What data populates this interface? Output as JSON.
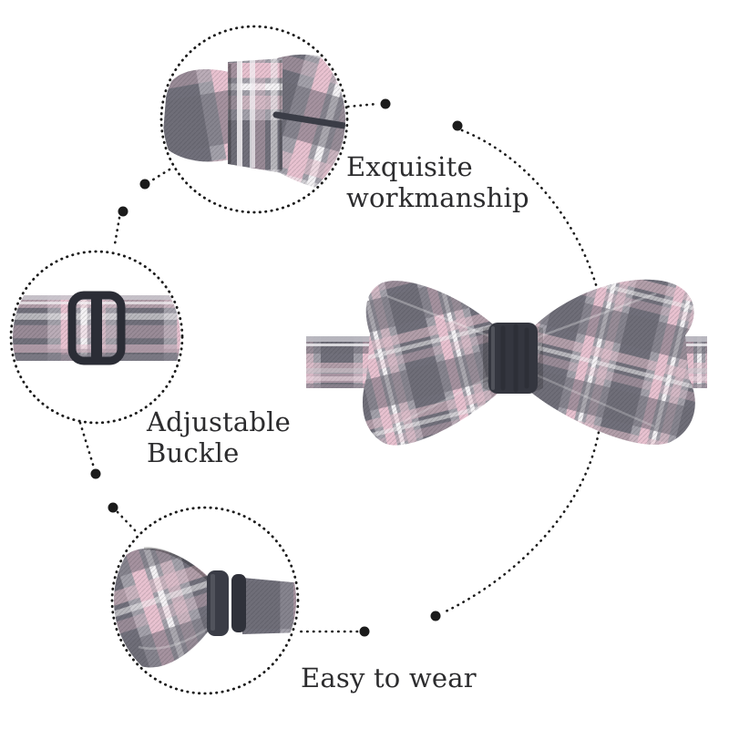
{
  "annotations": {
    "workmanship": {
      "line1": "Exquisite",
      "line2": "workmanship"
    },
    "buckle": {
      "line1": "Adjustable",
      "line2": "Buckle"
    },
    "wear": {
      "line1": "Easy to wear"
    }
  },
  "colors": {
    "background": "#ffffff",
    "text": "#2c2c2e",
    "dots": "#1b1b1b",
    "fabric_gray": "#a3a1aa",
    "fabric_dark_gray": "#71707b",
    "fabric_pink": "#e8c2d0",
    "fabric_white": "#f4f2f5",
    "hardware_dark": "#34363f"
  }
}
